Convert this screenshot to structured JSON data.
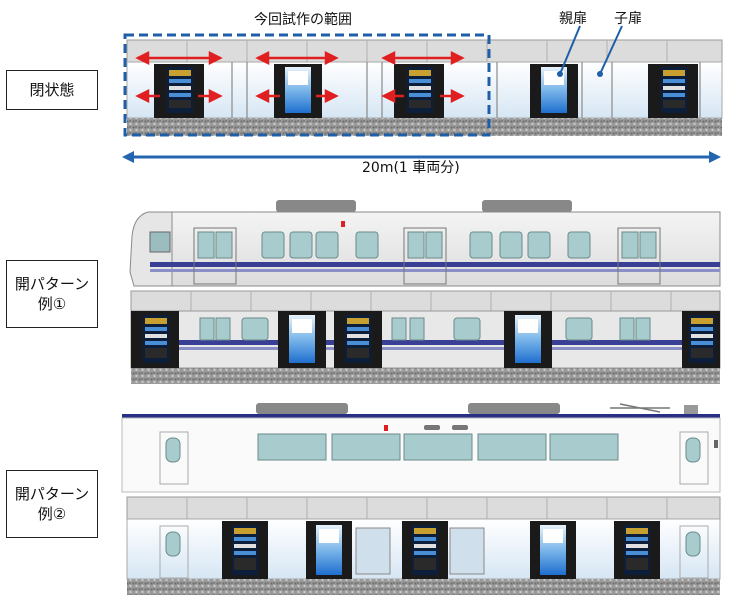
{
  "labels": {
    "scope": "今回試作の範囲",
    "parent_door": "親扉",
    "child_door": "子扉",
    "length": "20m(1 車両分)",
    "closed": "閉状態",
    "open1_line1": "開パターン",
    "open1_line2": "例①",
    "open2_line1": "開パターン",
    "open2_line2": "例②"
  },
  "colors": {
    "scope_dashed": "#1f5fa8",
    "arrow_red": "#e02020",
    "length_arrow": "#2565b0",
    "stripe_blue": "#3a3f96",
    "screen_blue": "#2a7fd4"
  }
}
